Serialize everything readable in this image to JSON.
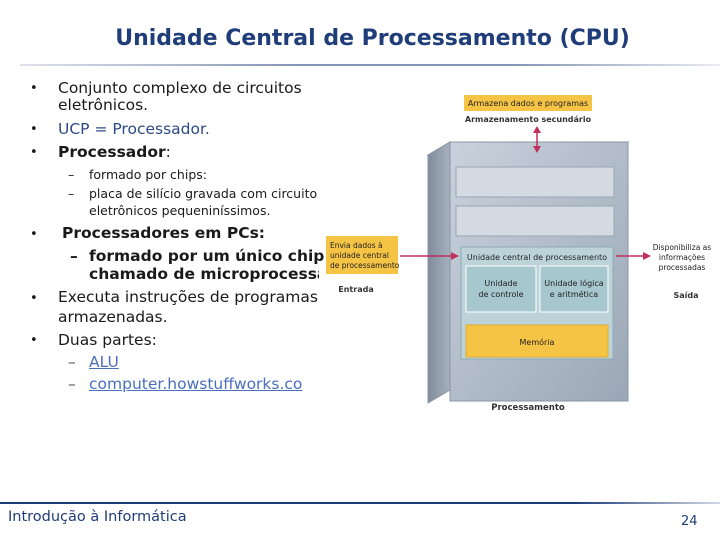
{
  "slide": {
    "title": "Unidade Central de Processamento (CPU)",
    "footer": "Introdução à Informática",
    "page_number": "24"
  },
  "content": {
    "b1_line1": "Conjunto complexo de circuitos",
    "b1_line2": "eletrônicos.",
    "b2": "UCP = Processador.",
    "b3_bold": "Processador",
    "b3_rest": ":",
    "b3_sub1": "formado por chips:",
    "b3_sub2_line1": " placa de silício gravada com circuito",
    "b3_sub2_line2": "eletrônicos pequeniníssimos.",
    "b4": "Processadores em PCs:",
    "b4_sub_line1": "formado por um único chip",
    "b4_sub_line2": "chamado de microprocessador",
    "b5_line1": "Executa instruções de programas",
    "b5_line2": "armazenadas.",
    "b6": "Duas partes:",
    "b6_sub1": "ALU",
    "b6_sub2": " computer.howstuffworks.co"
  },
  "diagram": {
    "storage_box": "Armazena dados e programas",
    "storage_label": "Armazenamento secundário",
    "input_box_line1": "Envia dados à",
    "input_box_line2": "unidade central",
    "input_box_line3": "de processamento",
    "input_label": "Entrada",
    "output_box_line1": "Disponibiliza as",
    "output_box_line2": "informações",
    "output_box_line3": "processadas",
    "output_label": "Saída",
    "cpu_title": "Unidade central de processamento",
    "control_line1": "Unidade",
    "control_line2": "de controle",
    "alu_line1": "Unidade lógica",
    "alu_line2": "e aritmética",
    "memory": "Memória",
    "processing_label": "Processamento",
    "colors": {
      "yellow": "#f6c445",
      "teal_box": "#a7c7cf",
      "cpu_panel": "#bcd3da",
      "cabinet_front": "#b9c3cf",
      "arrow": "#c0305a"
    }
  }
}
